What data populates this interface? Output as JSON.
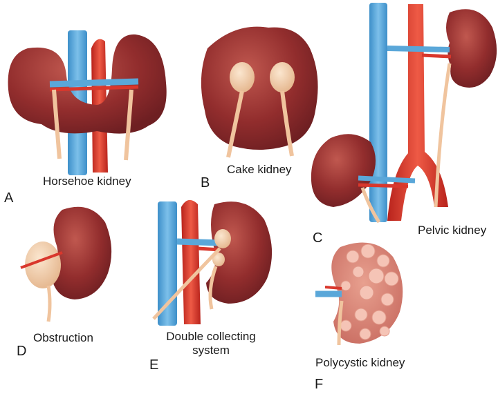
{
  "panels": [
    {
      "letter": "A",
      "caption": "Horsehoe kidney"
    },
    {
      "letter": "B",
      "caption": "Cake kidney"
    },
    {
      "letter": "C",
      "caption": "Pelvic kidney"
    },
    {
      "letter": "D",
      "caption": "Obstruction"
    },
    {
      "letter": "E",
      "caption_line1": "Double collecting",
      "caption_line2": "system"
    },
    {
      "letter": "F",
      "caption": "Polycystic kidney"
    }
  ],
  "colors": {
    "kidney": "#8e2a2a",
    "kidney_highlight": "#b9534d",
    "vein": "#5aa7d9",
    "artery": "#d9372c",
    "ureter": "#f0c49e",
    "pelvis": "#f3d3b0",
    "cyst": "#f0b6a8",
    "text": "#1a1a1a"
  },
  "icons": [
    "kidney-illustration",
    "vena-cava",
    "aorta",
    "ureter"
  ]
}
